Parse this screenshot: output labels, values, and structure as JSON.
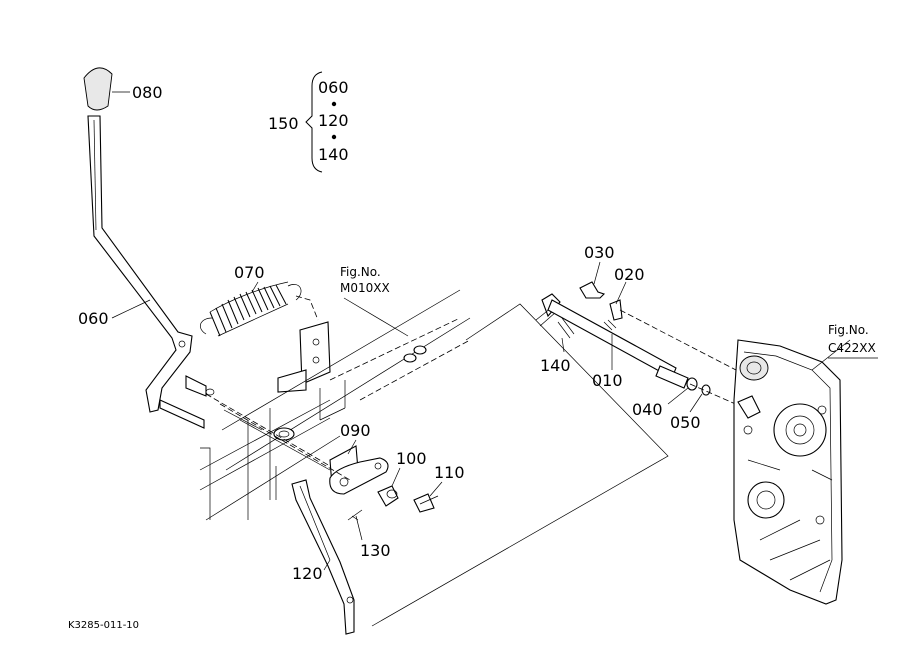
{
  "labels": {
    "p080": "080",
    "p150": "150",
    "g060": "060",
    "g120": "120",
    "g140": "140",
    "p070": "070",
    "p060": "060",
    "p030": "030",
    "p020": "020",
    "p140": "140",
    "p010": "010",
    "p040": "040",
    "p050": "050",
    "p090": "090",
    "p100": "100",
    "p110": "110",
    "p130": "130",
    "p120": "120"
  },
  "figure_refs": {
    "ref1_line1": "Fig.No.",
    "ref1_line2": "M010XX",
    "ref2_line1": "Fig.No.",
    "ref2_line2": "C422XX"
  },
  "drawing_code": "K3285-011-10"
}
